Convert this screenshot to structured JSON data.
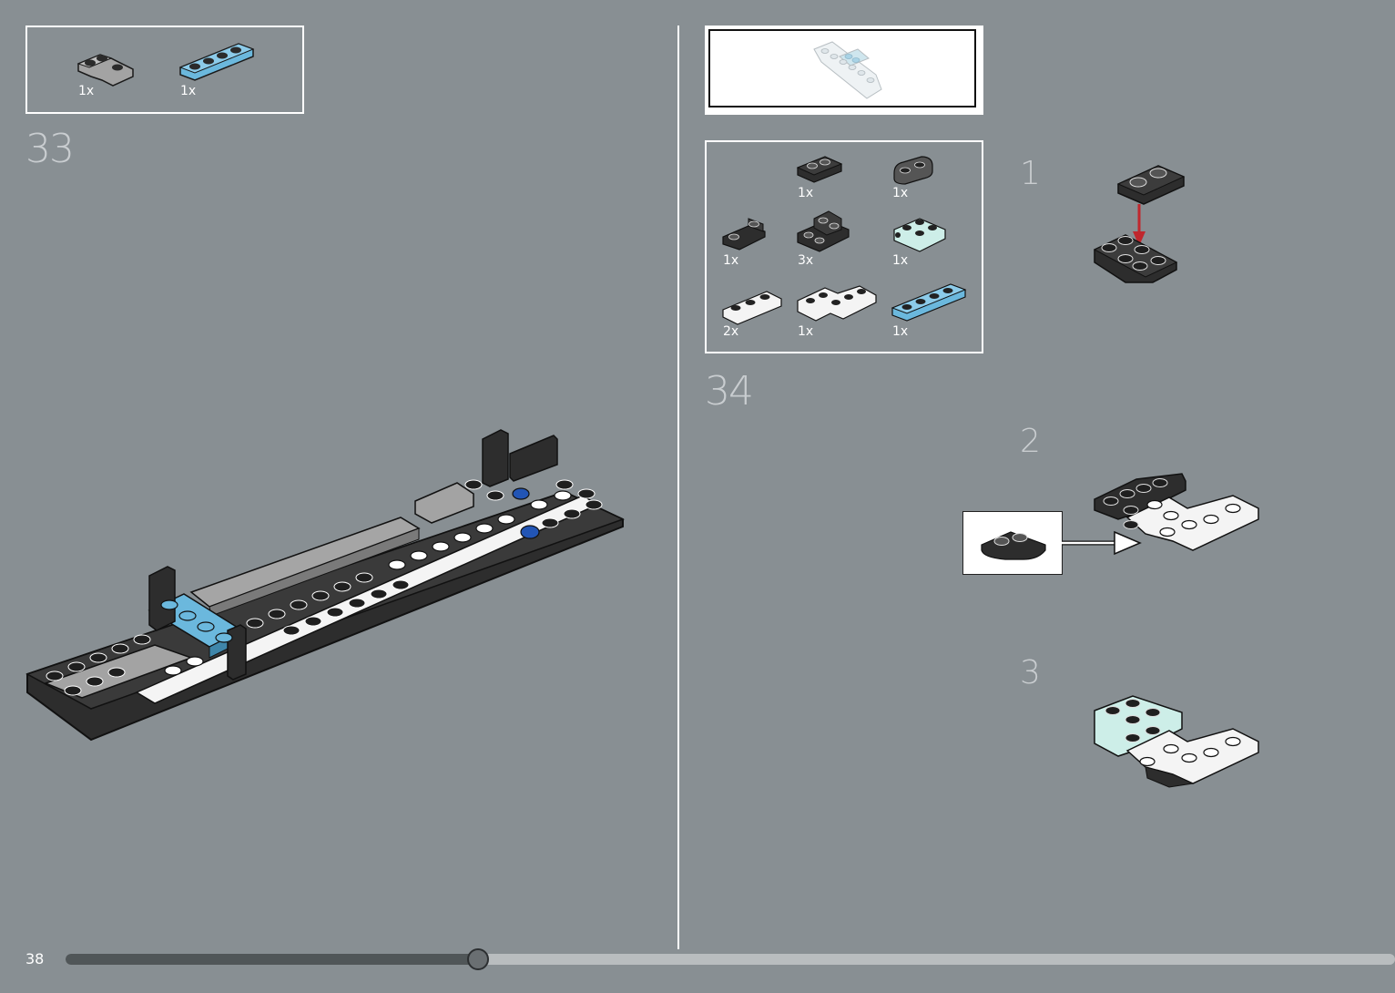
{
  "page_number": "38",
  "progress_fraction": 0.31,
  "colors": {
    "background": "#888f93",
    "dark_brick": "#2d2d2d",
    "light_gray_brick": "#a3a3a3",
    "white_brick": "#f4f4f4",
    "medium_azure": "#6bb8dd",
    "light_aqua": "#cdeee8",
    "blue_stud": "#2255b5",
    "arrow_red": "#c0272d"
  },
  "step33": {
    "number": "33",
    "parts": [
      {
        "icon": "light-gray-corner-plate-icon",
        "qty": "1x"
      },
      {
        "icon": "azure-plate-1x4-icon",
        "qty": "1x"
      }
    ]
  },
  "step34": {
    "number": "34",
    "parts": [
      {
        "icon": "dark-plate-1x2-icon",
        "qty": "1x"
      },
      {
        "icon": "dark-rounded-plate-icon",
        "qty": "1x"
      },
      {
        "icon": "dark-inverted-slope-icon",
        "qty": "1x"
      },
      {
        "icon": "dark-double-inverted-slope-icon",
        "qty": "3x"
      },
      {
        "icon": "aqua-bracket-icon",
        "qty": "1x"
      },
      {
        "icon": "white-plate-1x3-icon",
        "qty": "2x"
      },
      {
        "icon": "white-corner-plate-icon",
        "qty": "1x"
      },
      {
        "icon": "azure-plate-1x4-icon",
        "qty": "1x"
      }
    ],
    "substeps": [
      "1",
      "2",
      "3"
    ]
  }
}
